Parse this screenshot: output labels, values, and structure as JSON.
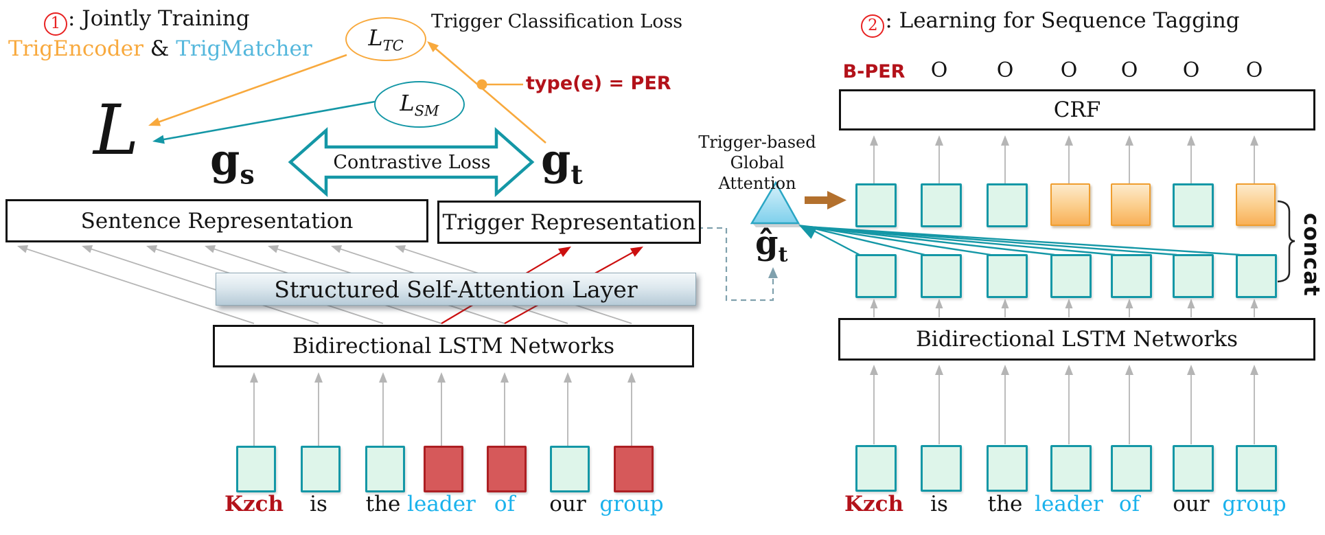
{
  "colors": {
    "teal": "#1497a6",
    "orange": "#f8a93d",
    "sky_blue": "#54b7dc",
    "cyan": "#1ab2ec",
    "dark_red": "#b3121a",
    "red_fill": "#d6595a",
    "red_border": "#ad1f23",
    "red_line": "#cc0f0f",
    "mint": "#def5ea",
    "brown": "#b3702d",
    "gray": "#b5b5b5",
    "dash_gray": "#7fa0ad"
  },
  "left_panel": {
    "title_number": "1",
    "title": ": Jointly Training",
    "subtitle_parts": {
      "encoder": "TrigEncoder",
      "amp": "&",
      "matcher": "TrigMatcher"
    },
    "loss_tc": {
      "base": "L",
      "sub": "TC"
    },
    "loss_sm": {
      "base": "L",
      "sub": "SM"
    },
    "total_loss": "L",
    "tc_label": "Trigger Classification Loss",
    "type_label": "type(e) = PER",
    "gs": {
      "base": "g",
      "sub": "s"
    },
    "gt": {
      "base": "g",
      "sub": "t"
    },
    "contrastive_label": "Contrastive Loss",
    "sentence_box": "Sentence Representation",
    "trigger_box": "Trigger Representation",
    "ssa_box": "Structured Self-Attention Layer",
    "bilstm_box": "Bidirectional LSTM Networks"
  },
  "right_panel": {
    "title_number": "2",
    "title": ": Learning for Sequence Tagging",
    "attention_label_line1": "Trigger-based",
    "attention_label_line2": "Global Attention",
    "ghat": {
      "base": "ĝ",
      "sub": "t"
    },
    "crf_box": "CRF",
    "bilstm_box": "Bidirectional LSTM Networks",
    "concat_label": "concat",
    "tags": [
      "B-PER",
      "O",
      "O",
      "O",
      "O",
      "O",
      "O"
    ],
    "top_row_colors": [
      "mint",
      "mint",
      "mint",
      "orange",
      "orange",
      "mint",
      "orange"
    ]
  },
  "sentence": {
    "words": [
      {
        "text": "Kzch",
        "color": "dark_red",
        "left_box": "mint"
      },
      {
        "text": "is",
        "color": "black",
        "left_box": "mint"
      },
      {
        "text": "the",
        "color": "black",
        "left_box": "mint"
      },
      {
        "text": "leader",
        "color": "cyan",
        "left_box": "red"
      },
      {
        "text": "of",
        "color": "cyan",
        "left_box": "red"
      },
      {
        "text": "our",
        "color": "black",
        "left_box": "mint"
      },
      {
        "text": "group",
        "color": "cyan",
        "left_box": "red"
      }
    ]
  }
}
